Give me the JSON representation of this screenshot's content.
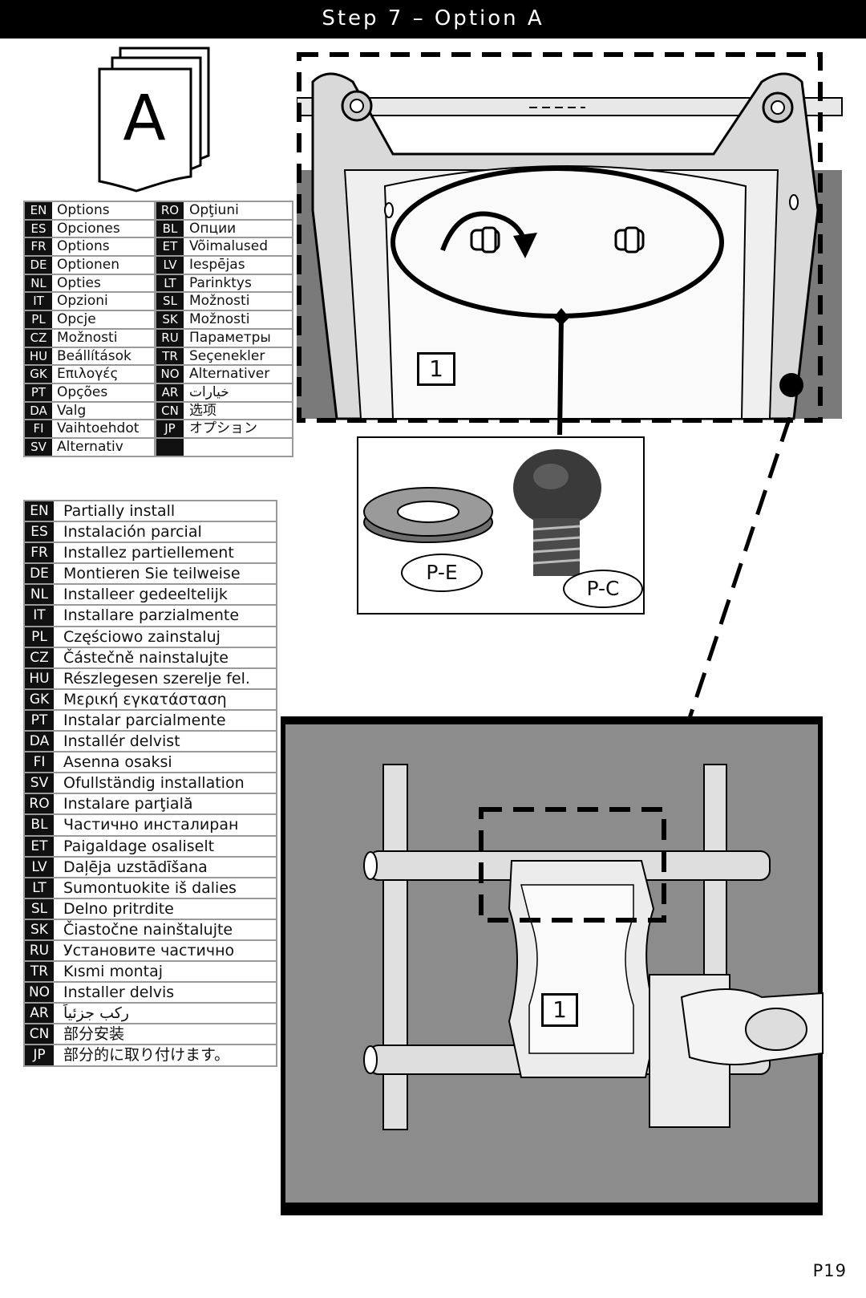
{
  "header": {
    "title": "Step 7 – Option A"
  },
  "doc_icon": {
    "letter": "A"
  },
  "options_left": [
    {
      "code": "EN",
      "label": "Options"
    },
    {
      "code": "ES",
      "label": "Opciones"
    },
    {
      "code": "FR",
      "label": "Options"
    },
    {
      "code": "DE",
      "label": "Optionen"
    },
    {
      "code": "NL",
      "label": "Opties"
    },
    {
      "code": "IT",
      "label": "Opzioni"
    },
    {
      "code": "PL",
      "label": "Opcje"
    },
    {
      "code": "CZ",
      "label": "Možnosti"
    },
    {
      "code": "HU",
      "label": "Beállítások"
    },
    {
      "code": "GK",
      "label": "Επιλογές"
    },
    {
      "code": "PT",
      "label": "Opções"
    },
    {
      "code": "DA",
      "label": "Valg"
    },
    {
      "code": "FI",
      "label": "Vaihtoehdot"
    },
    {
      "code": "SV",
      "label": "Alternativ"
    }
  ],
  "options_right": [
    {
      "code": "RO",
      "label": "Opţiuni"
    },
    {
      "code": "BL",
      "label": "Опции"
    },
    {
      "code": "ET",
      "label": "Võimalused"
    },
    {
      "code": "LV",
      "label": "Iespējas"
    },
    {
      "code": "LT",
      "label": "Parinktys"
    },
    {
      "code": "SL",
      "label": "Možnosti"
    },
    {
      "code": "SK",
      "label": "Možnosti"
    },
    {
      "code": "RU",
      "label": "Параметры"
    },
    {
      "code": "TR",
      "label": "Seçenekler"
    },
    {
      "code": "NO",
      "label": "Alternativer"
    },
    {
      "code": "AR",
      "label": "خيارات"
    },
    {
      "code": "CN",
      "label": "选项"
    },
    {
      "code": "JP",
      "label": "オプション"
    },
    {
      "code": "",
      "label": ""
    }
  ],
  "install": [
    {
      "code": "EN",
      "label": "Partially install"
    },
    {
      "code": "ES",
      "label": "Instalación parcial"
    },
    {
      "code": "FR",
      "label": "Installez partiellement"
    },
    {
      "code": "DE",
      "label": "Montieren Sie teilweise"
    },
    {
      "code": "NL",
      "label": "Installeer gedeeltelijk"
    },
    {
      "code": "IT",
      "label": "Installare parzialmente"
    },
    {
      "code": "PL",
      "label": "Częściowo zainstaluj"
    },
    {
      "code": "CZ",
      "label": "Částečně nainstalujte"
    },
    {
      "code": "HU",
      "label": "Részlegesen szerelje fel."
    },
    {
      "code": "GK",
      "label": "Μερική εγκατάσταση"
    },
    {
      "code": "PT",
      "label": "Instalar parcialmente"
    },
    {
      "code": "DA",
      "label": "Installér delvist"
    },
    {
      "code": "FI",
      "label": "Asenna osaksi"
    },
    {
      "code": "SV",
      "label": "Ofullständig installation"
    },
    {
      "code": "RO",
      "label": "Instalare parţială"
    },
    {
      "code": "BL",
      "label": "Частично инсталиран"
    },
    {
      "code": "ET",
      "label": "Paigaldage osaliselt"
    },
    {
      "code": "LV",
      "label": "Daļēja uzstādīšana"
    },
    {
      "code": "LT",
      "label": "Sumontuokite iš dalies"
    },
    {
      "code": "SL",
      "label": "Delno pritrdite"
    },
    {
      "code": "SK",
      "label": "Čiastočne nainštalujte"
    },
    {
      "code": "RU",
      "label": "Установите частично"
    },
    {
      "code": "TR",
      "label": "Kısmi montaj"
    },
    {
      "code": "NO",
      "label": "Installer delvis"
    },
    {
      "code": "AR",
      "label": "ركب جزئياً"
    },
    {
      "code": "CN",
      "label": "部分安装"
    },
    {
      "code": "JP",
      "label": "部分的に取り付けます。"
    }
  ],
  "parts": {
    "washer_label": "P-E",
    "screw_label": "P-C"
  },
  "steps": {
    "top_step": "1",
    "bottom_step": "1"
  },
  "page_number": "P19"
}
